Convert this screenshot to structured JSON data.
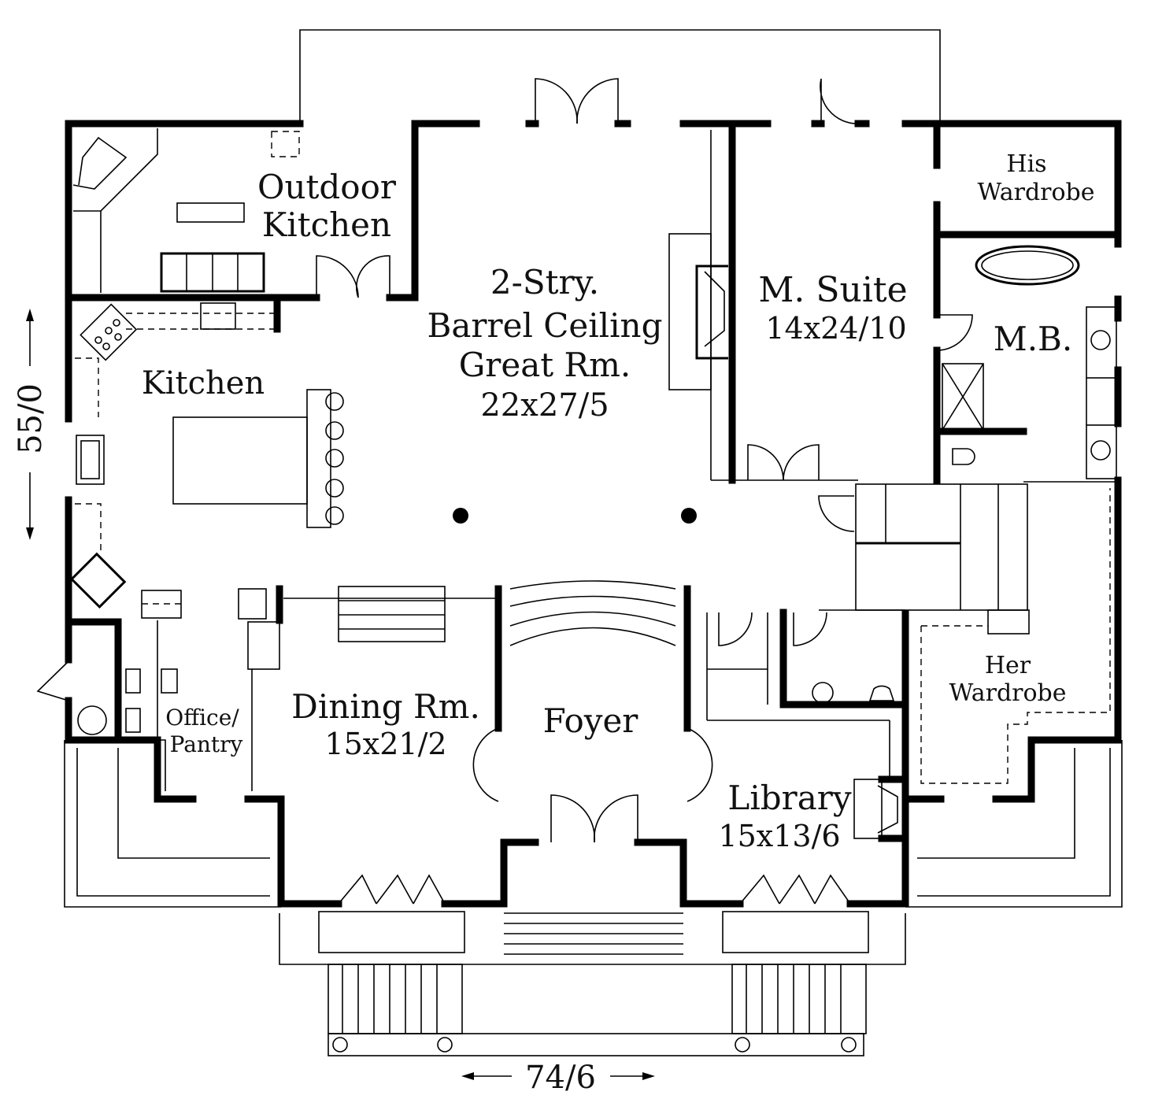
{
  "rooms": {
    "outdoor_kitchen": [
      "Outdoor",
      "Kitchen"
    ],
    "great_room": [
      "2-Stry.",
      "Barrel Ceiling",
      "Great Rm.",
      "22x27/5"
    ],
    "master_suite": [
      "M. Suite",
      "14x24/10"
    ],
    "his_wardrobe": [
      "His",
      "Wardrobe"
    ],
    "master_bath": "M.B.",
    "kitchen": "Kitchen",
    "dining": [
      "Dining Rm.",
      "15x21/2"
    ],
    "foyer": "Foyer",
    "office": [
      "Office/",
      "Pantry"
    ],
    "library": [
      "Library",
      "15x13/6"
    ],
    "her_wardrobe": [
      "Her",
      "Wardrobe"
    ]
  },
  "dimensions": {
    "depth": "55/0",
    "width": "74/6"
  }
}
